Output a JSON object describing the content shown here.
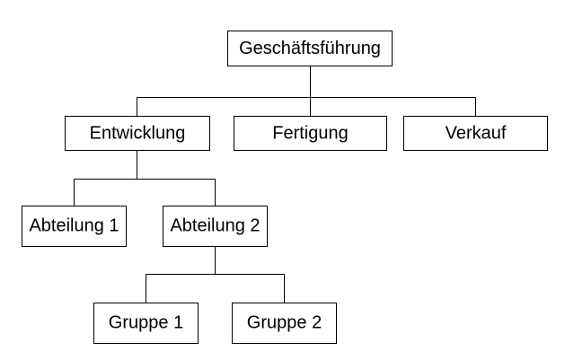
{
  "org_chart": {
    "root": {
      "label": "Geschäftsführung"
    },
    "departments": [
      {
        "label": "Entwicklung"
      },
      {
        "label": "Fertigung"
      },
      {
        "label": "Verkauf"
      }
    ],
    "divisions": [
      {
        "label": "Abteilung 1"
      },
      {
        "label": "Abteilung 2"
      }
    ],
    "groups": [
      {
        "label": "Gruppe 1"
      },
      {
        "label": "Gruppe 2"
      }
    ],
    "colors": {
      "line": "#000000",
      "box_fill": "#ffffff",
      "text": "#000000"
    }
  }
}
